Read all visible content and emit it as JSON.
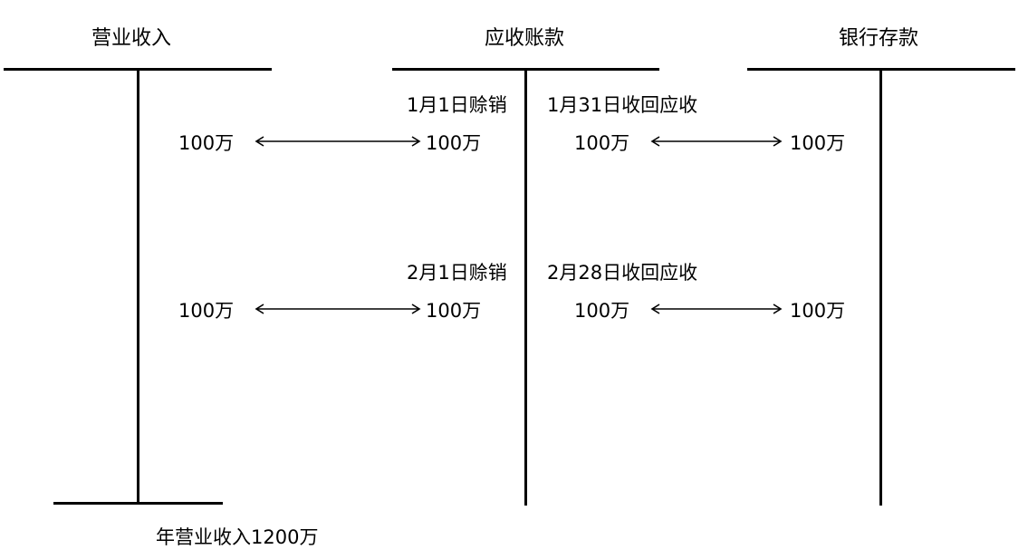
{
  "accounts": [
    {
      "title": "营业收入"
    },
    {
      "title": "应收账款"
    },
    {
      "title": "银行存款"
    }
  ],
  "entries": [
    {
      "ar_date_label": "1月1日赊销",
      "bank_date_label": "1月31日收回应收",
      "revenue_amount": "100万",
      "ar_amount_debit": "100万",
      "ar_amount_credit": "100万",
      "bank_amount": "100万"
    },
    {
      "ar_date_label": "2月1日赊销",
      "bank_date_label": "2月28日收回应收",
      "revenue_amount": "100万",
      "ar_amount_debit": "100万",
      "ar_amount_credit": "100万",
      "bank_amount": "100万"
    }
  ],
  "summary": {
    "annual_revenue": "年营业收入1200万"
  }
}
